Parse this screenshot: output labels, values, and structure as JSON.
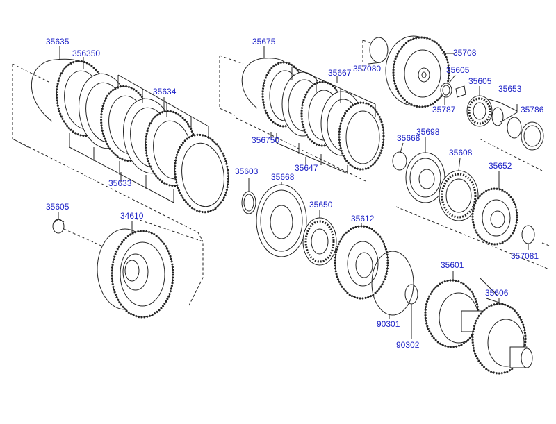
{
  "diagram": {
    "parts": [
      {
        "id": "p35635a",
        "number": "35635"
      },
      {
        "id": "p356350",
        "number": "356350"
      },
      {
        "id": "p35634",
        "number": "35634"
      },
      {
        "id": "p35633",
        "number": "35633"
      },
      {
        "id": "p35605a",
        "number": "35605"
      },
      {
        "id": "p34610",
        "number": "34610"
      },
      {
        "id": "p35675",
        "number": "35675"
      },
      {
        "id": "p35667",
        "number": "35667"
      },
      {
        "id": "p356750",
        "number": "356750"
      },
      {
        "id": "p35647",
        "number": "35647"
      },
      {
        "id": "p35603",
        "number": "35603"
      },
      {
        "id": "p35668a",
        "number": "35668"
      },
      {
        "id": "p35650",
        "number": "35650"
      },
      {
        "id": "p35612",
        "number": "35612"
      },
      {
        "id": "p357080",
        "number": "357080"
      },
      {
        "id": "p35708",
        "number": "35708"
      },
      {
        "id": "p35605b",
        "number": "35605"
      },
      {
        "id": "p35605c",
        "number": "35605"
      },
      {
        "id": "p35787",
        "number": "35787"
      },
      {
        "id": "p35653",
        "number": "35653"
      },
      {
        "id": "p35786",
        "number": "35786"
      },
      {
        "id": "p35668b",
        "number": "35668"
      },
      {
        "id": "p35698",
        "number": "35698"
      },
      {
        "id": "p35608",
        "number": "35608"
      },
      {
        "id": "p35652",
        "number": "35652"
      },
      {
        "id": "p357081",
        "number": "357081"
      },
      {
        "id": "p35601",
        "number": "35601"
      },
      {
        "id": "p35606",
        "number": "35606"
      },
      {
        "id": "p90301",
        "number": "90301"
      },
      {
        "id": "p90302",
        "number": "90302"
      }
    ]
  }
}
